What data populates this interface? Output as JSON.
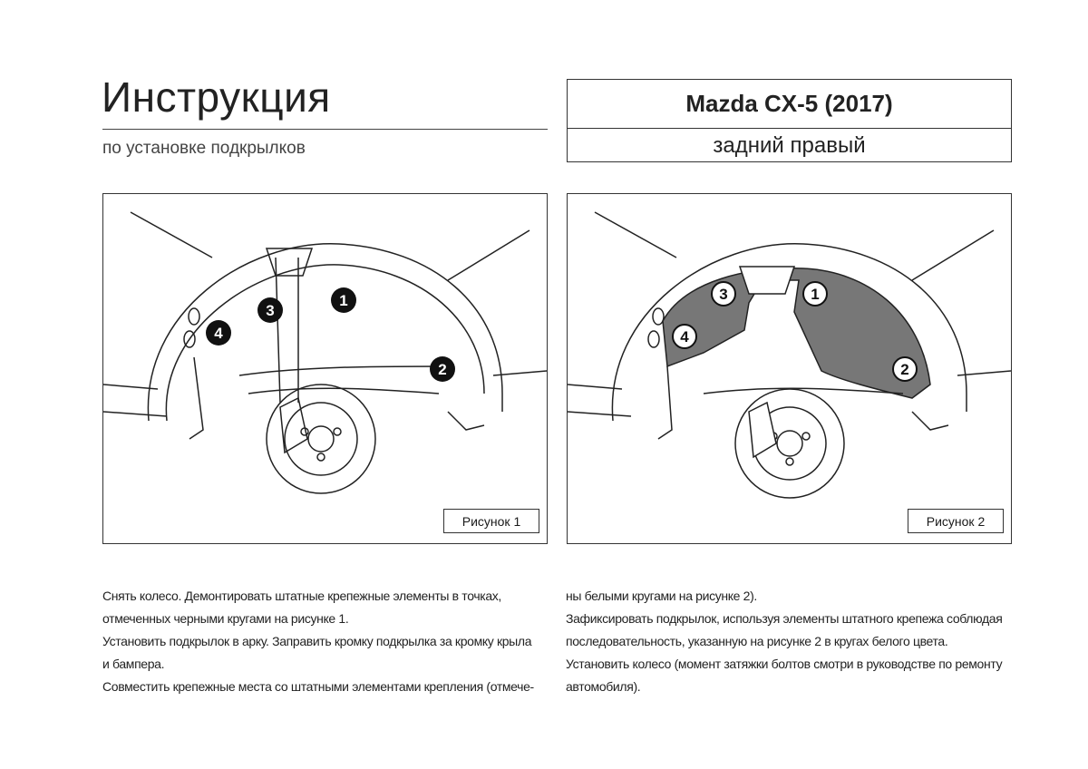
{
  "header": {
    "title": "Инструкция",
    "subtitle": "по установке подкрылков",
    "model": "Mazda CX-5 (2017)",
    "position": "задний правый"
  },
  "figures": [
    {
      "caption": "Рисунок 1",
      "markers": [
        "1",
        "2",
        "3",
        "4"
      ],
      "marker_style": "black"
    },
    {
      "caption": "Рисунок 2",
      "markers": [
        "1",
        "2",
        "3",
        "4"
      ],
      "marker_style": "white"
    }
  ],
  "instructions": {
    "column1": [
      "Снять колесо. Демонтировать штатные крепежные элементы в точках,",
      "отмеченных черными кругами на рисунке 1.",
      "Установить подкрылок в арку. Заправить кромку подкрылка за кромку крыла",
      "и бампера.",
      "Совместить крепежные места со штатными элементами крепления (отмече-"
    ],
    "column2": [
      "ны белыми кругами на рисунке 2).",
      "Зафиксировать подкрылок, используя элементы штатного крепежа соблюдая",
      "последовательность, указанную на рисунке 2 в кругах белого цвета.",
      "Установить колесо (момент затяжки болтов смотри в руководстве по ремонту",
      "автомобиля)."
    ]
  }
}
